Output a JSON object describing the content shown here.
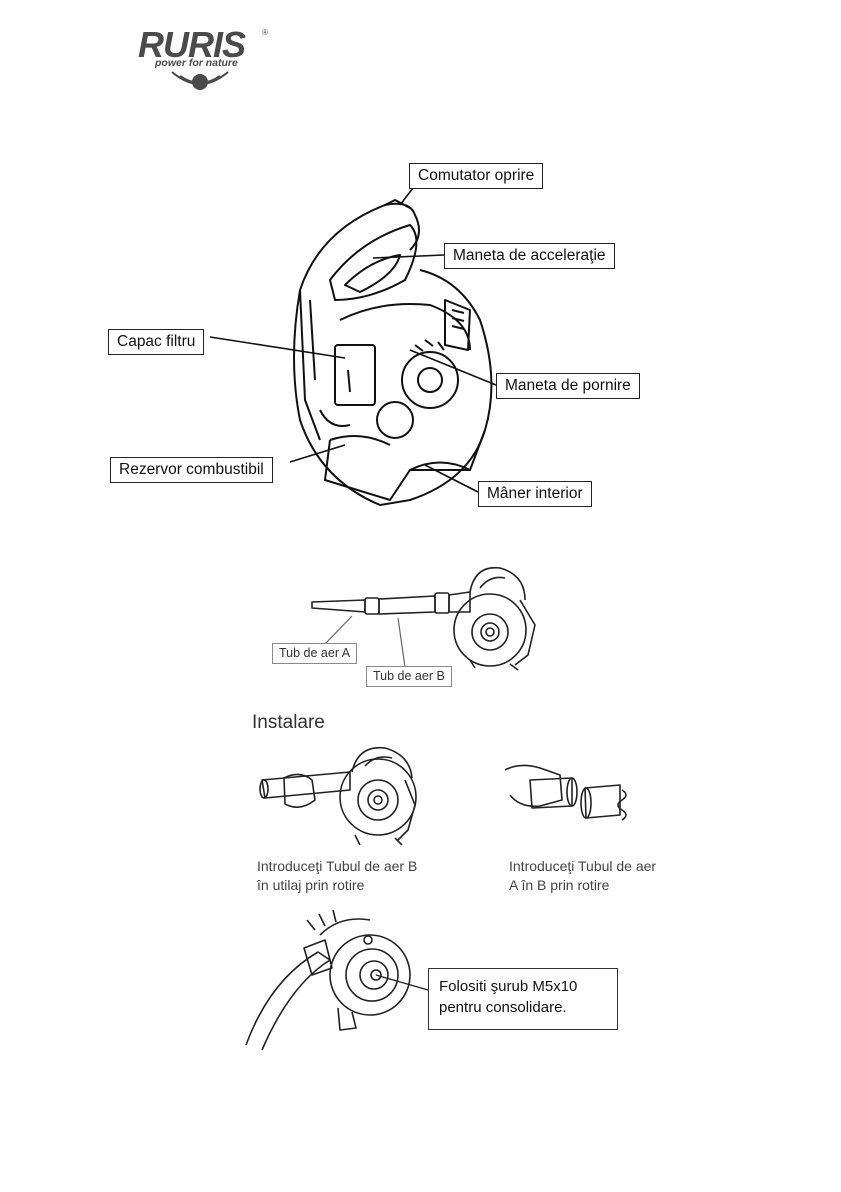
{
  "logo": {
    "brand": "RURIS",
    "registered": "®",
    "tagline": "power for nature"
  },
  "diagram_main": {
    "labels": {
      "comutator": "Comutator oprire",
      "maneta_acceleratie": "Maneta de acceleraţie",
      "capac_filtru": "Capac filtru",
      "maneta_pornire": "Maneta de pornire",
      "rezervor": "Rezervor combustibil",
      "maner_interior": "Mâner interior"
    }
  },
  "diagram_tubes": {
    "labels": {
      "tub_a": "Tub de aer A",
      "tub_b": "Tub de aer B"
    }
  },
  "installation": {
    "title": "Instalare",
    "caption_left": "Introduceţi Tubul de aer B\nîn utilaj prin rotire",
    "caption_right": "Introduceţi Tubul de aer\nA în B prin rotire",
    "screw_note": "Folositi şurub  M5x10\npentru consolidare."
  }
}
